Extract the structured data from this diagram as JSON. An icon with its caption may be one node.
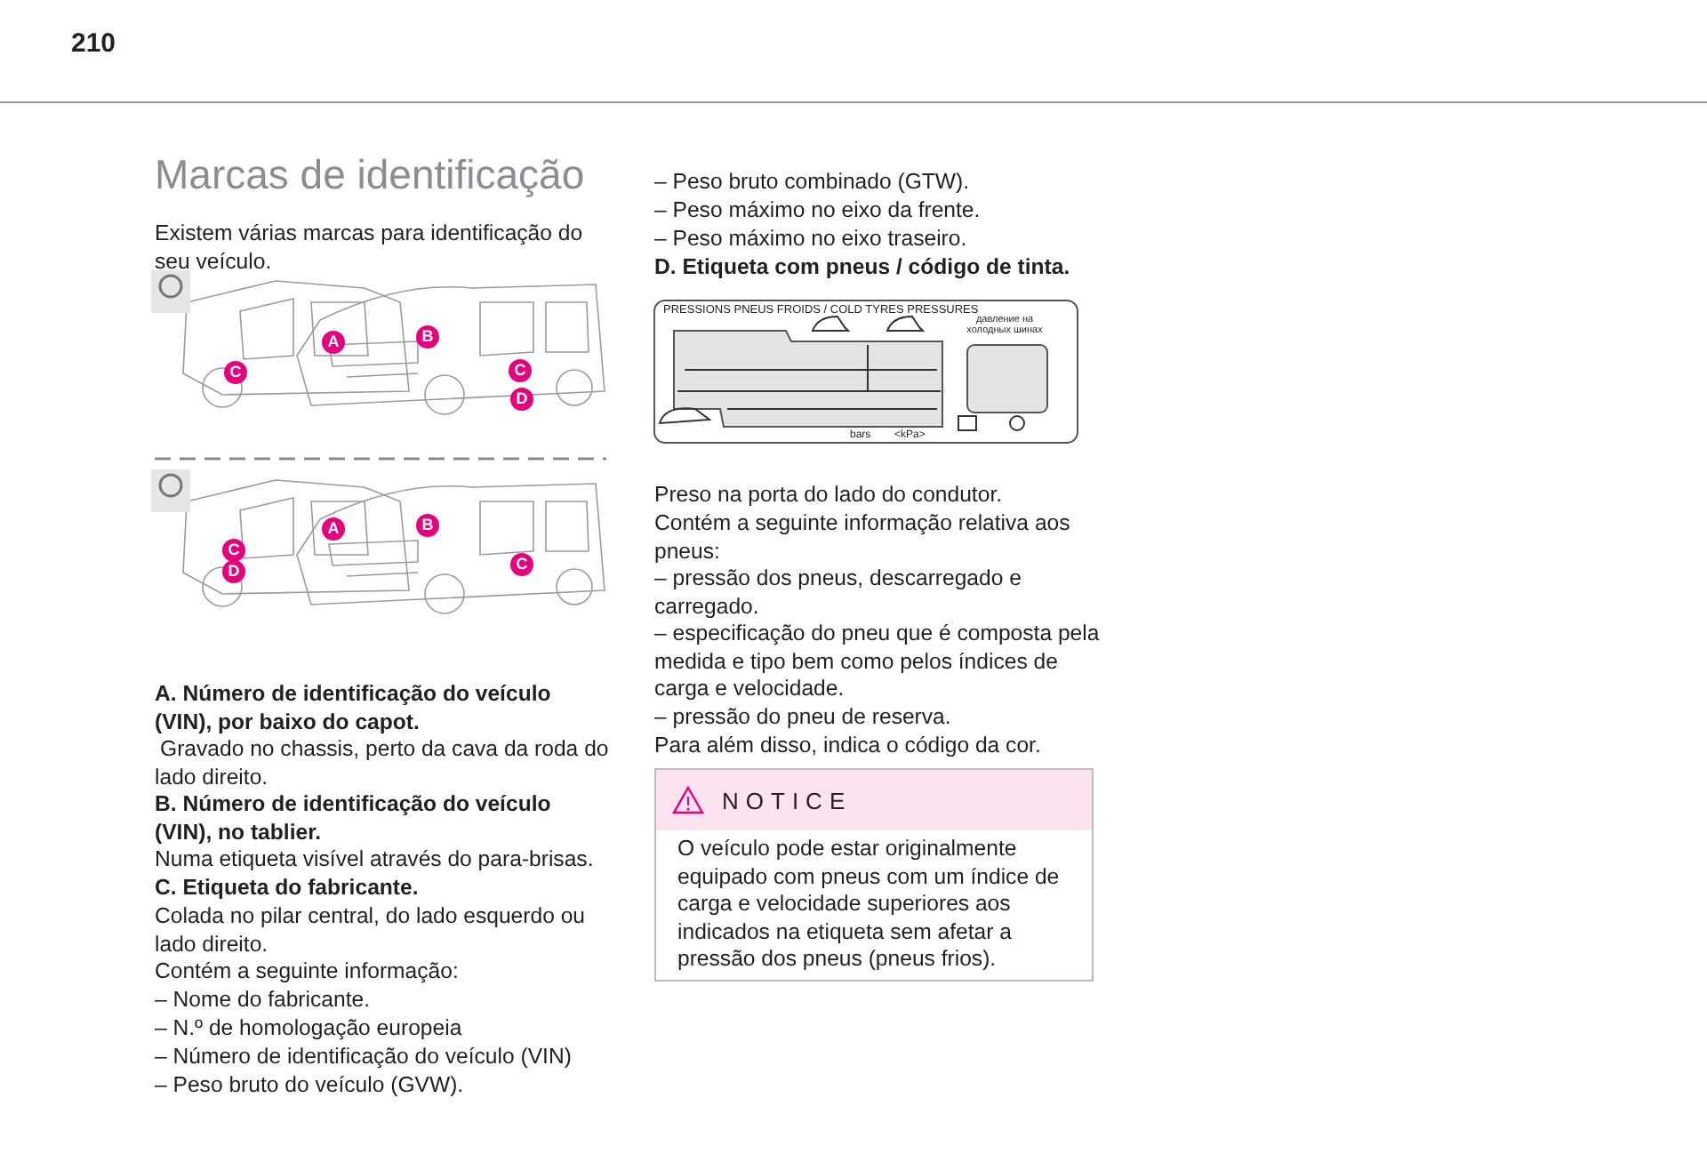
{
  "diagram": {
    "title": "Marcas de identificação",
    "nodes": [
      {
        "text": [
          "NOTICE",
          "O veículo pode estar originalmente equipado com pneus com um índice de carga e velocidade superiores aos indicados na etiqueta sem afetar a pressão dos pneus (pneus frios)."
        ]
      }
    ],
    "labels": [
      "210",
      "Existem várias marcas para identificação do seu veículo.",
      "A",
      "B",
      "C",
      "C",
      "D",
      "A",
      "B",
      "C",
      "D",
      "C",
      "A. Número de identificação do veículo (VIN), por baixo do capot.",
      "Gravado no chassis, perto da cava da roda do lado direito.",
      "B. Número de identificação do veículo (VIN), no tablier.",
      "Numa etiqueta visível através do para-brisas.",
      "C. Etiqueta do fabricante.",
      "Colada no pilar central, do lado esquerdo ou lado direito.",
      "Contém a seguinte informação:",
      "– Nome do fabricante.",
      "– N.º de homologação europeia",
      "– Número de identificação do veículo (VIN)",
      "– Peso bruto do veículo (GVW).",
      "– Peso bruto combinado (GTW).",
      "– Peso máximo no eixo da frente.",
      "– Peso máximo no eixo traseiro.",
      "D. Etiqueta com pneus / código de tinta.",
      "PRESSIONS PNEUS FROIDS / COLD TYRES PRESSURES",
      "давление на холодных шинах",
      "bars",
      "<kPa>",
      "Preso na porta do lado do condutor.",
      "Contém a seguinte informação relativa aos pneus:",
      "– pressão dos pneus, descarregado e carregado.",
      "– especificação do pneu que é composta pela medida e tipo bem como pelos índices de carga e velocidade.",
      "– pressão do pneu de reserva.",
      "Para além disso, indica o código da cor."
    ]
  }
}
